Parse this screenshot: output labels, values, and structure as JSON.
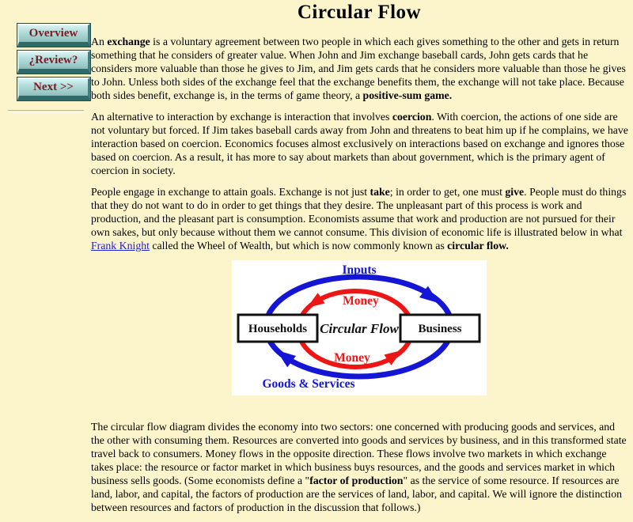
{
  "page": {
    "title": "Circular Flow",
    "background": "#FCF5CC"
  },
  "nav": {
    "buttons": [
      {
        "label": "Overview"
      },
      {
        "label": "¿Review?"
      },
      {
        "label": "Next >>"
      }
    ],
    "button_text_color": "#7B1A22"
  },
  "link_color": "#2222CC",
  "article": {
    "paragraphs": [
      {
        "runs": [
          {
            "t": "An "
          },
          {
            "t": "exchange",
            "b": true
          },
          {
            "t": " is a voluntary agreement between two people in which each gives something to the other and gets in return something that he considers of greater value. When John and Jim exchange baseball cards, John gets cards that he considers more valuable than those he gives to Jim, and Jim gets cards that he considers more valuable than those he gives to John. Unless both sides of the exchange feel that the exchange benefits them, the exchange will not take place. Because both sides benefit, exchange is, in the terms of game theory, a "
          },
          {
            "t": "positive-sum game.",
            "b": true
          }
        ]
      },
      {
        "runs": [
          {
            "t": "An alternative to interaction by exchange is interaction that involves "
          },
          {
            "t": "coercion",
            "b": true
          },
          {
            "t": ". With coercion, the actions of one side are not voluntary but forced. If Jim takes baseball cards away from John and threatens to beat him up if he complains, we have interaction based on coercion. Economics focuses almost exclusively on interactions based on exchange and ignores those based on coercion. As a result, it has more to say about markets than about government, which is the primary agent of coercion in society."
          }
        ]
      },
      {
        "runs": [
          {
            "t": "People engage in exchange to attain goals. Exchange is not just "
          },
          {
            "t": "take",
            "b": true
          },
          {
            "t": "; in order to get, one must "
          },
          {
            "t": "give",
            "b": true
          },
          {
            "t": ". People must do things that they do not want to do in order to get things that they desire. The unpleasant part of this process is work and production, and the pleasant part is consumption. Economists assume that work and production are not pursued for their own sakes, but only because without them we cannot consume. This division of economic life is illustrated below in what "
          },
          {
            "t": "Frank Knight",
            "link": true
          },
          {
            "t": " called the Wheel of Wealth, but which is now commonly known as "
          },
          {
            "t": "circular flow.",
            "b": true
          }
        ]
      },
      {
        "runs": [
          {
            "t": "The circular flow diagram divides the economy into two sectors: one concerned with producing goods and services, and the other with consuming them. Resources are converted into goods and services by business, and in this transformed state travel back to consumers. Money flows in the opposite direction. These flows involve two markets in which exchange takes place: the resource or factor market in which business buys resources, and the goods and services market in which business sells goods. (Some economists define a \""
          },
          {
            "t": "factor of production",
            "b": true
          },
          {
            "t": "\" as the service of some resource. If resources are land, labor, and capital, the factors of production are the services of land, labor, and capital. We will ignore the distinction between resources and factors of production in the discussion that follows.)"
          }
        ]
      }
    ]
  },
  "diagram": {
    "labels": {
      "inputs": "Inputs",
      "money_top": "Money",
      "center": "Circular Flow",
      "money_bottom": "Money",
      "goods_services": "Goods & Services",
      "households": "Households",
      "business": "Business"
    },
    "colors": {
      "outer_flow_blue": "#1515D6",
      "inner_flow_red": "#EE1515"
    }
  }
}
